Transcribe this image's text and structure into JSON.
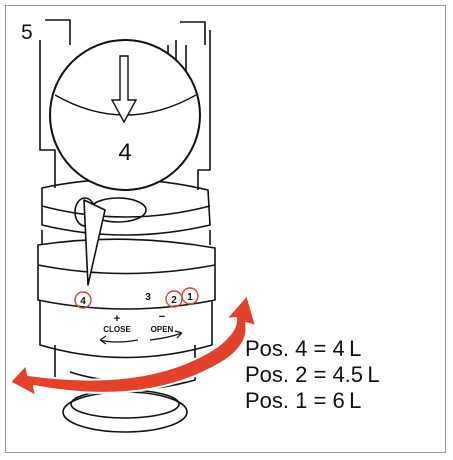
{
  "step_number": "5",
  "zoom_callout": {
    "number": "4"
  },
  "dial": {
    "markers": [
      "4",
      "3",
      "2",
      "1"
    ],
    "close_label": "CLOSE",
    "open_label": "OPEN",
    "plus_sign": "+",
    "minus_sign": "−"
  },
  "positions": [
    "Pos. 4 = 4 L",
    "Pos. 2 = 4.5 L",
    "Pos. 1 = 6 L"
  ],
  "colors": {
    "accent": "#e4412a",
    "line": "#111111"
  },
  "icons": {
    "rotation_arrow": "double-headed-curved-arrow-icon",
    "direction_arrow": "down-arrow-icon"
  }
}
